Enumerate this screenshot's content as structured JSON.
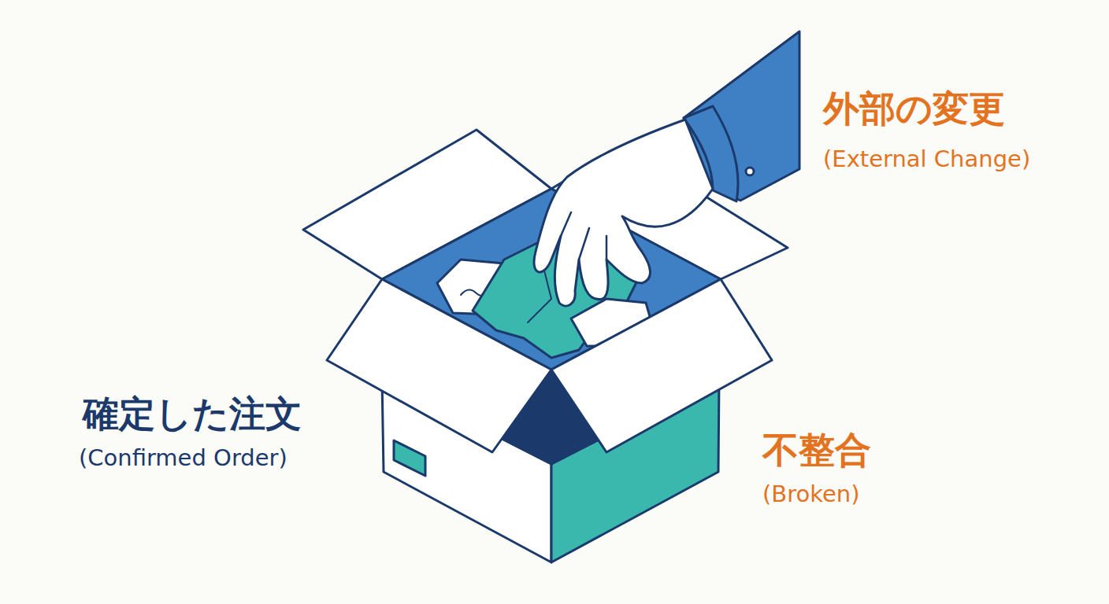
{
  "diagram": {
    "labels": [
      "外部の変更",
      "(External Change)",
      "確定した注文",
      "(Confirmed Order)",
      "不整合",
      "(Broken)"
    ]
  }
}
